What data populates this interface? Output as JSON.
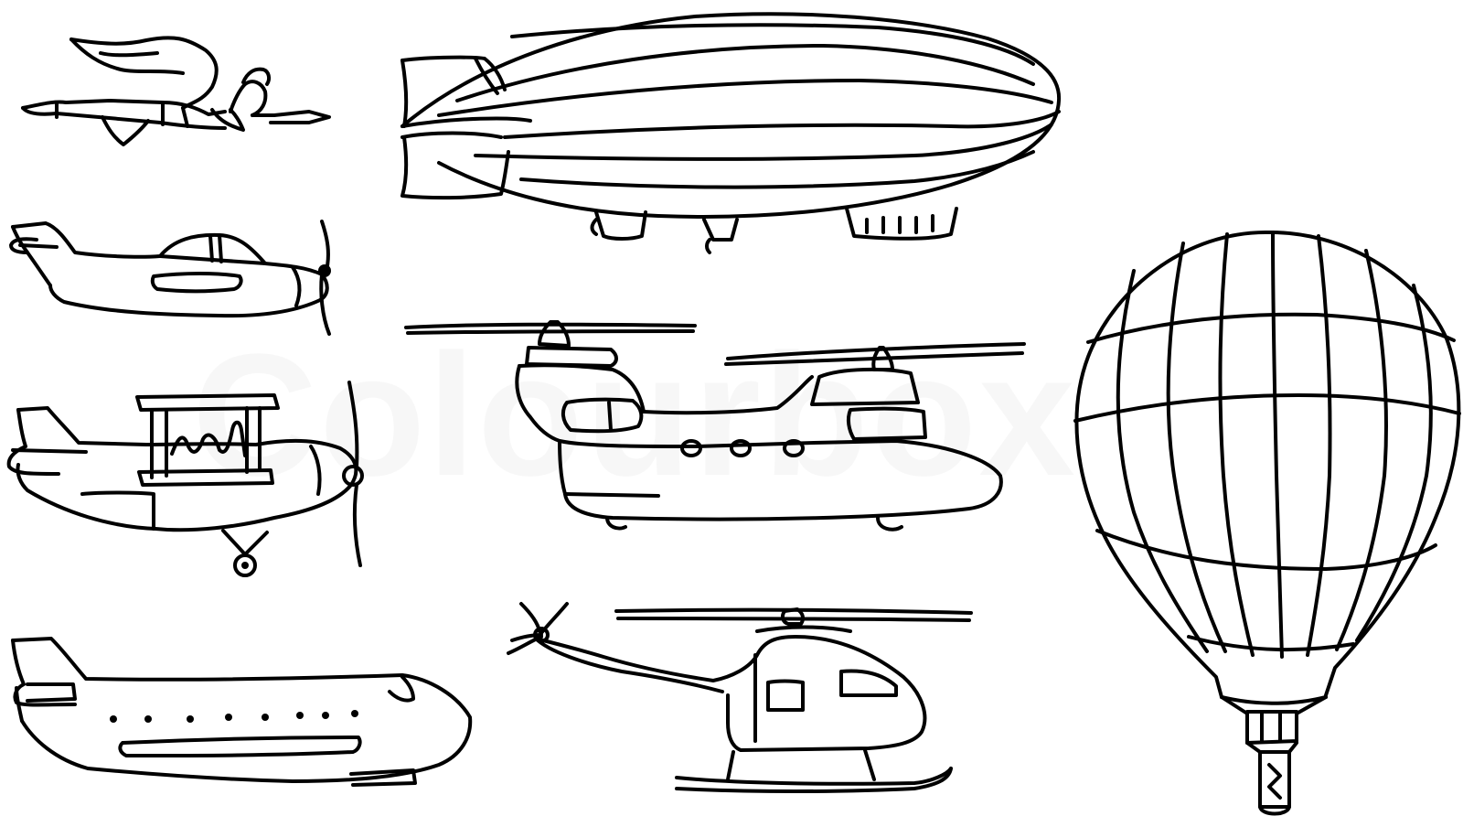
{
  "watermark": {
    "text": "Colourbox"
  },
  "colors": {
    "ink": "#000000",
    "paper": "#ffffff",
    "watermark": "#f2f2f2"
  },
  "drawings": [
    {
      "name": "flying-superhero"
    },
    {
      "name": "propeller-airplane"
    },
    {
      "name": "biplane"
    },
    {
      "name": "passenger-jet"
    },
    {
      "name": "zeppelin-airship"
    },
    {
      "name": "twin-rotor-helicopter"
    },
    {
      "name": "helicopter"
    },
    {
      "name": "hot-air-balloon"
    }
  ]
}
